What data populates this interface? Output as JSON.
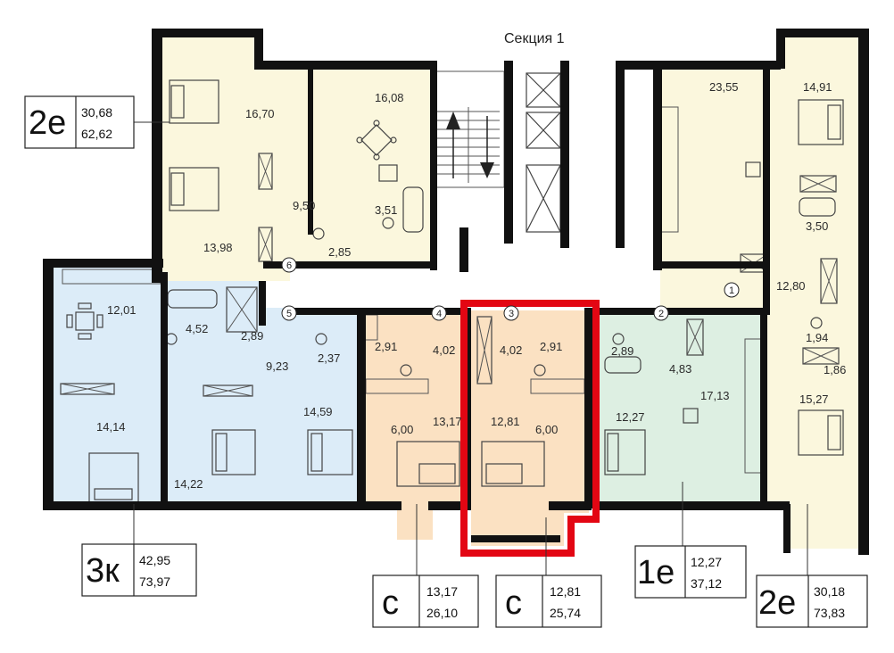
{
  "section_title": "Секция 1",
  "colors": {
    "yellow": "#fbf7dd",
    "blue": "#dcecf8",
    "orange": "#fbe1c2",
    "green": "#ddefe2",
    "highlight": "#e30613"
  },
  "apartments": [
    {
      "id": "2e-left",
      "code": "2е",
      "living": "30,68",
      "total": "62,62"
    },
    {
      "id": "3k",
      "code": "3к",
      "living": "42,95",
      "total": "73,97"
    },
    {
      "id": "c-4",
      "code": "с",
      "living": "13,17",
      "total": "26,10"
    },
    {
      "id": "c-3",
      "code": "с",
      "living": "12,81",
      "total": "25,74"
    },
    {
      "id": "1e",
      "code": "1е",
      "living": "12,27",
      "total": "37,12"
    },
    {
      "id": "2e-right",
      "code": "2е",
      "living": "30,18",
      "total": "73,83"
    }
  ],
  "room_labels": [
    "16,70",
    "16,08",
    "9,50",
    "3,51",
    "13,98",
    "2,85",
    "23,55",
    "14,91",
    "3,50",
    "12,80",
    "1,94",
    "1,86",
    "15,27",
    "12,01",
    "4,52",
    "2,89",
    "9,23",
    "2,37",
    "14,14",
    "14,22",
    "14,59",
    "2,91",
    "4,02",
    "13,17",
    "6,00",
    "4,02",
    "2,91",
    "12,81",
    "6,00",
    "2,89",
    "4,83",
    "12,27",
    "17,13"
  ],
  "markers": [
    "6",
    "5",
    "4",
    "3",
    "2",
    "1"
  ]
}
